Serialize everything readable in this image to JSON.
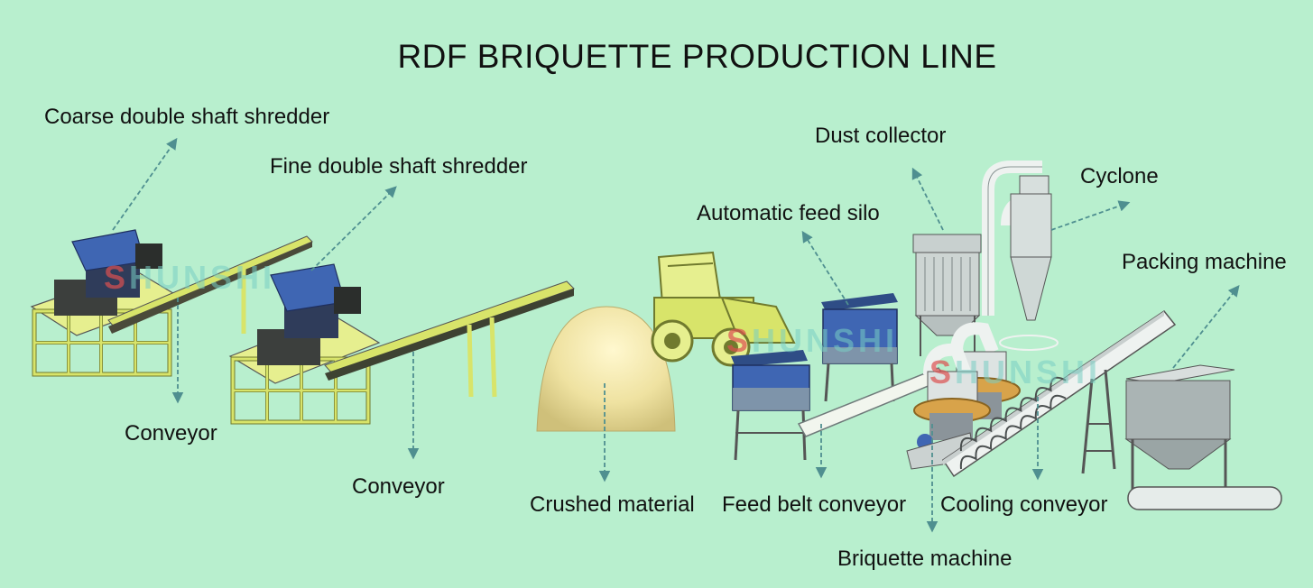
{
  "title": "RDF BRIQUETTE PRODUCTION LINE",
  "watermark": {
    "first_letter": "S",
    "rest": "HUNSHI"
  },
  "labels": {
    "coarse_shredder": "Coarse double shaft shredder",
    "fine_shredder": "Fine double shaft shredder",
    "conveyor_1": "Conveyor",
    "conveyor_2": "Conveyor",
    "crushed_material": "Crushed material",
    "feed_silo": "Automatic feed silo",
    "feed_belt_conveyor": "Feed belt conveyor",
    "dust_collector": "Dust collector",
    "cyclone": "Cyclone",
    "briquette_machine": "Briquette machine",
    "cooling_conveyor": "Cooling conveyor",
    "packing_machine": "Packing machine"
  },
  "colors": {
    "background": "#b8efce",
    "frame": "#d8e46a",
    "hopper": "#3f66b3",
    "pile": "#f1e6a8",
    "arrow": "#4f8f90",
    "machine_grey": "#9aa5a5"
  }
}
